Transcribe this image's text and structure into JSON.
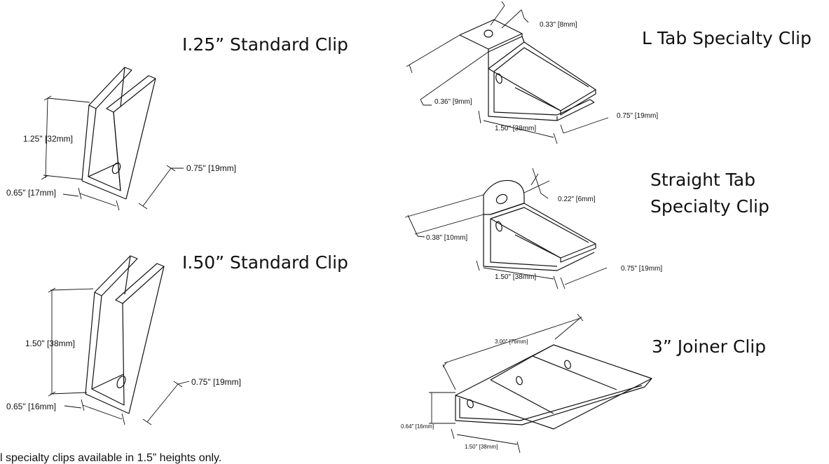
{
  "clips": {
    "standard_125": {
      "title": "I.25” Standard Clip",
      "height": "1.25\" [32mm]",
      "width": "0.65\" [17mm]",
      "depth": "0.75\" [19mm]"
    },
    "standard_150": {
      "title": "I.50” Standard Clip",
      "height": "1.50\" [38mm]",
      "width": "0.65\" [16mm]",
      "depth": "0.75\" [19mm]"
    },
    "l_tab": {
      "title": "L Tab Specialty Clip",
      "hole": "0.33\" [8mm]",
      "tab": "0.36\" [9mm]",
      "width": "1.50\" [38mm]",
      "depth": "0.75\" [19mm]"
    },
    "straight_tab": {
      "title_line1": "Straight Tab",
      "title_line2": "Specialty Clip",
      "hole": "0.22\" [6mm]",
      "tab": "0.38\" [10mm]",
      "width": "1.50\" [38mm]",
      "depth": "0.75\" [19mm]"
    },
    "joiner": {
      "title": "3” Joiner Clip",
      "length": "3.00\" [76mm]",
      "height": "0.64\" [16mm]",
      "width": "1.50\" [38mm]"
    }
  },
  "footnote": "l specialty clips available in 1.5” heights only."
}
